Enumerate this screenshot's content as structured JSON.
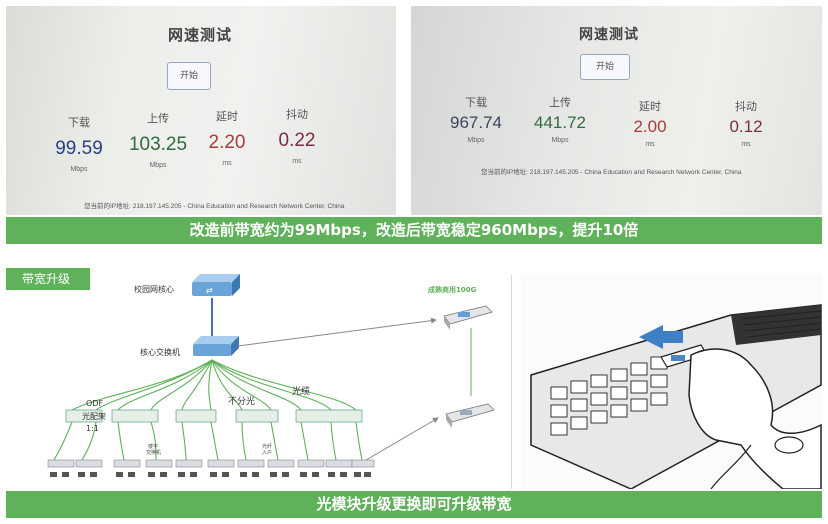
{
  "speedtest_before": {
    "title": "网速测试",
    "start_button": "开始",
    "download_label": "下载",
    "download_value": "99.59",
    "download_unit": "Mbps",
    "upload_label": "上传",
    "upload_value": "103.25",
    "upload_unit": "Mbps",
    "latency_label": "延时",
    "latency_value": "2.20",
    "latency_unit": "ms",
    "jitter_label": "抖动",
    "jitter_value": "0.22",
    "jitter_unit": "ms",
    "ip_line": "您当前的IP地址: 218.197.145.205 - China Education and Research Network Center, China"
  },
  "speedtest_after": {
    "title": "网速测试",
    "start_button": "开始",
    "download_label": "下载",
    "download_value": "967.74",
    "download_unit": "Mbps",
    "upload_label": "上传",
    "upload_value": "441.72",
    "upload_unit": "Mbps",
    "latency_label": "延时",
    "latency_value": "2.00",
    "latency_unit": "ms",
    "jitter_label": "抖动",
    "jitter_value": "0.12",
    "jitter_unit": "ms",
    "ip_line": "您当前的IP地址: 218.197.145.205 - China Education and Research Network Center, China"
  },
  "banner_top": "改造前带宽约为99Mbps，改造后带宽稳定960Mbps，提升10倍",
  "banner_bottom": "光模块升级更换即可升级带宽",
  "section_tag": "带宽升级",
  "diagram": {
    "campus_core": "校园网核心",
    "core_switch": "核心交换机",
    "mature_100g": "成熟商用100G",
    "odf_line1": "ODF",
    "odf_line2": "光配架",
    "odf_line3": "1:1",
    "no_split": "不分光",
    "fiber_cable": "光缆",
    "floor_switch_1": "楼宇",
    "floor_switch_2": "交换机",
    "to_user_1": "光纤",
    "to_user_2": "入户"
  },
  "colors": {
    "banner_green": "#5fb15a",
    "download_blue": "#2a3f86",
    "upload_green": "#2f6b3c",
    "latency_red": "#a83b3b",
    "jitter_maroon": "#7a2d45",
    "fiber_green": "#5fb15a",
    "link_gray": "#888888"
  }
}
